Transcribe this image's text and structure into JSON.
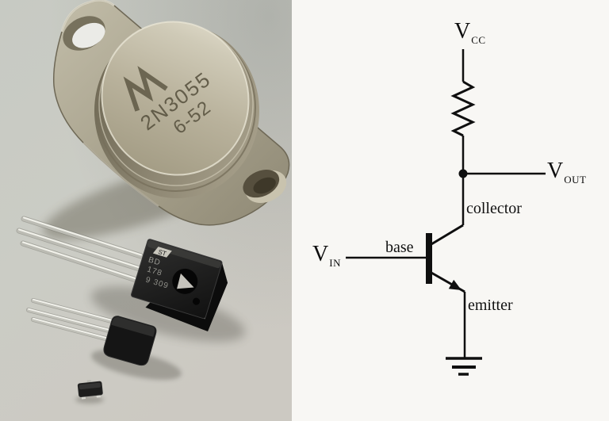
{
  "panels": {
    "photo": {
      "to3": {
        "part_number": "2N3055",
        "date_code": "6-52"
      },
      "to126": {
        "logo_text": "ST",
        "line1": "BD",
        "line2": "178",
        "line3": "9 309"
      }
    }
  },
  "schematic": {
    "vcc": {
      "main": "V",
      "sub": "CC"
    },
    "vout": {
      "main": "V",
      "sub": "OUT"
    },
    "vin": {
      "main": "V",
      "sub": "IN"
    },
    "collector_label": "collector",
    "base_label": "base",
    "emitter_label": "emitter"
  },
  "icons": {
    "motorola_logo": "motorola-batwing-M",
    "resistor": "resistor-zigzag",
    "npn_transistor": "npn-transistor-symbol",
    "ground": "earth-ground-symbol"
  },
  "colors": {
    "schematic_line": "#0f0f0f",
    "schematic_bg": "#f8f7f4",
    "photo_bg": "#c9ccc5",
    "metal_can": "#b8b19c",
    "black_plastic": "#1b1b1b"
  }
}
